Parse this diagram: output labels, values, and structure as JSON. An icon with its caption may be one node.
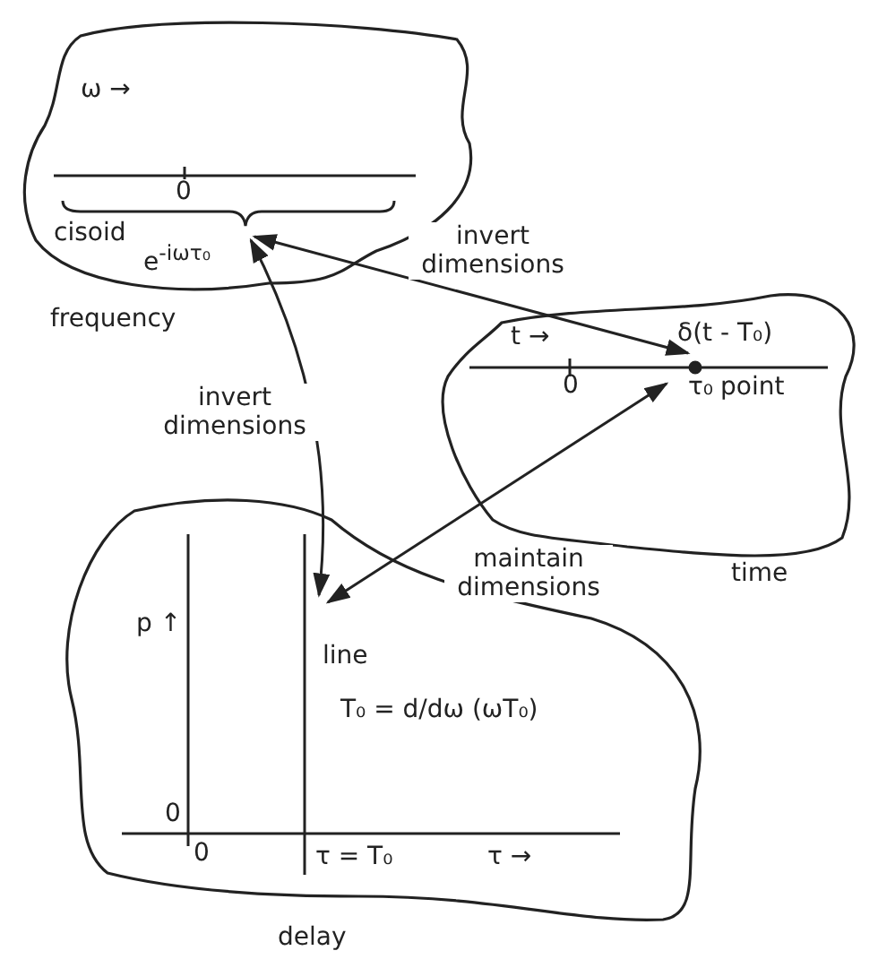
{
  "diagram": {
    "nodes": [
      {
        "text": [
          "ω →",
          "0",
          "cisoid",
          "e$^{-iωτ₀}$",
          "frequency"
        ]
      },
      {
        "text": [
          "t →",
          "0",
          "δ(t - T₀)",
          "τ₀",
          "point",
          "time"
        ]
      },
      {
        "text": [
          "p ↑",
          "line",
          "T₀ = d/dω (ωT₀)",
          "0",
          "0",
          "τ = T₀",
          "τ →",
          "delay"
        ]
      }
    ],
    "edges": [
      {
        "from": 0,
        "to": 1,
        "arrow": "both",
        "label": "invert dimensions"
      },
      {
        "from": 0,
        "to": 2,
        "arrow": "both",
        "label": "invert dimensions"
      },
      {
        "from": 1,
        "to": 2,
        "arrow": "both",
        "label": "maintain dimensions"
      }
    ]
  }
}
